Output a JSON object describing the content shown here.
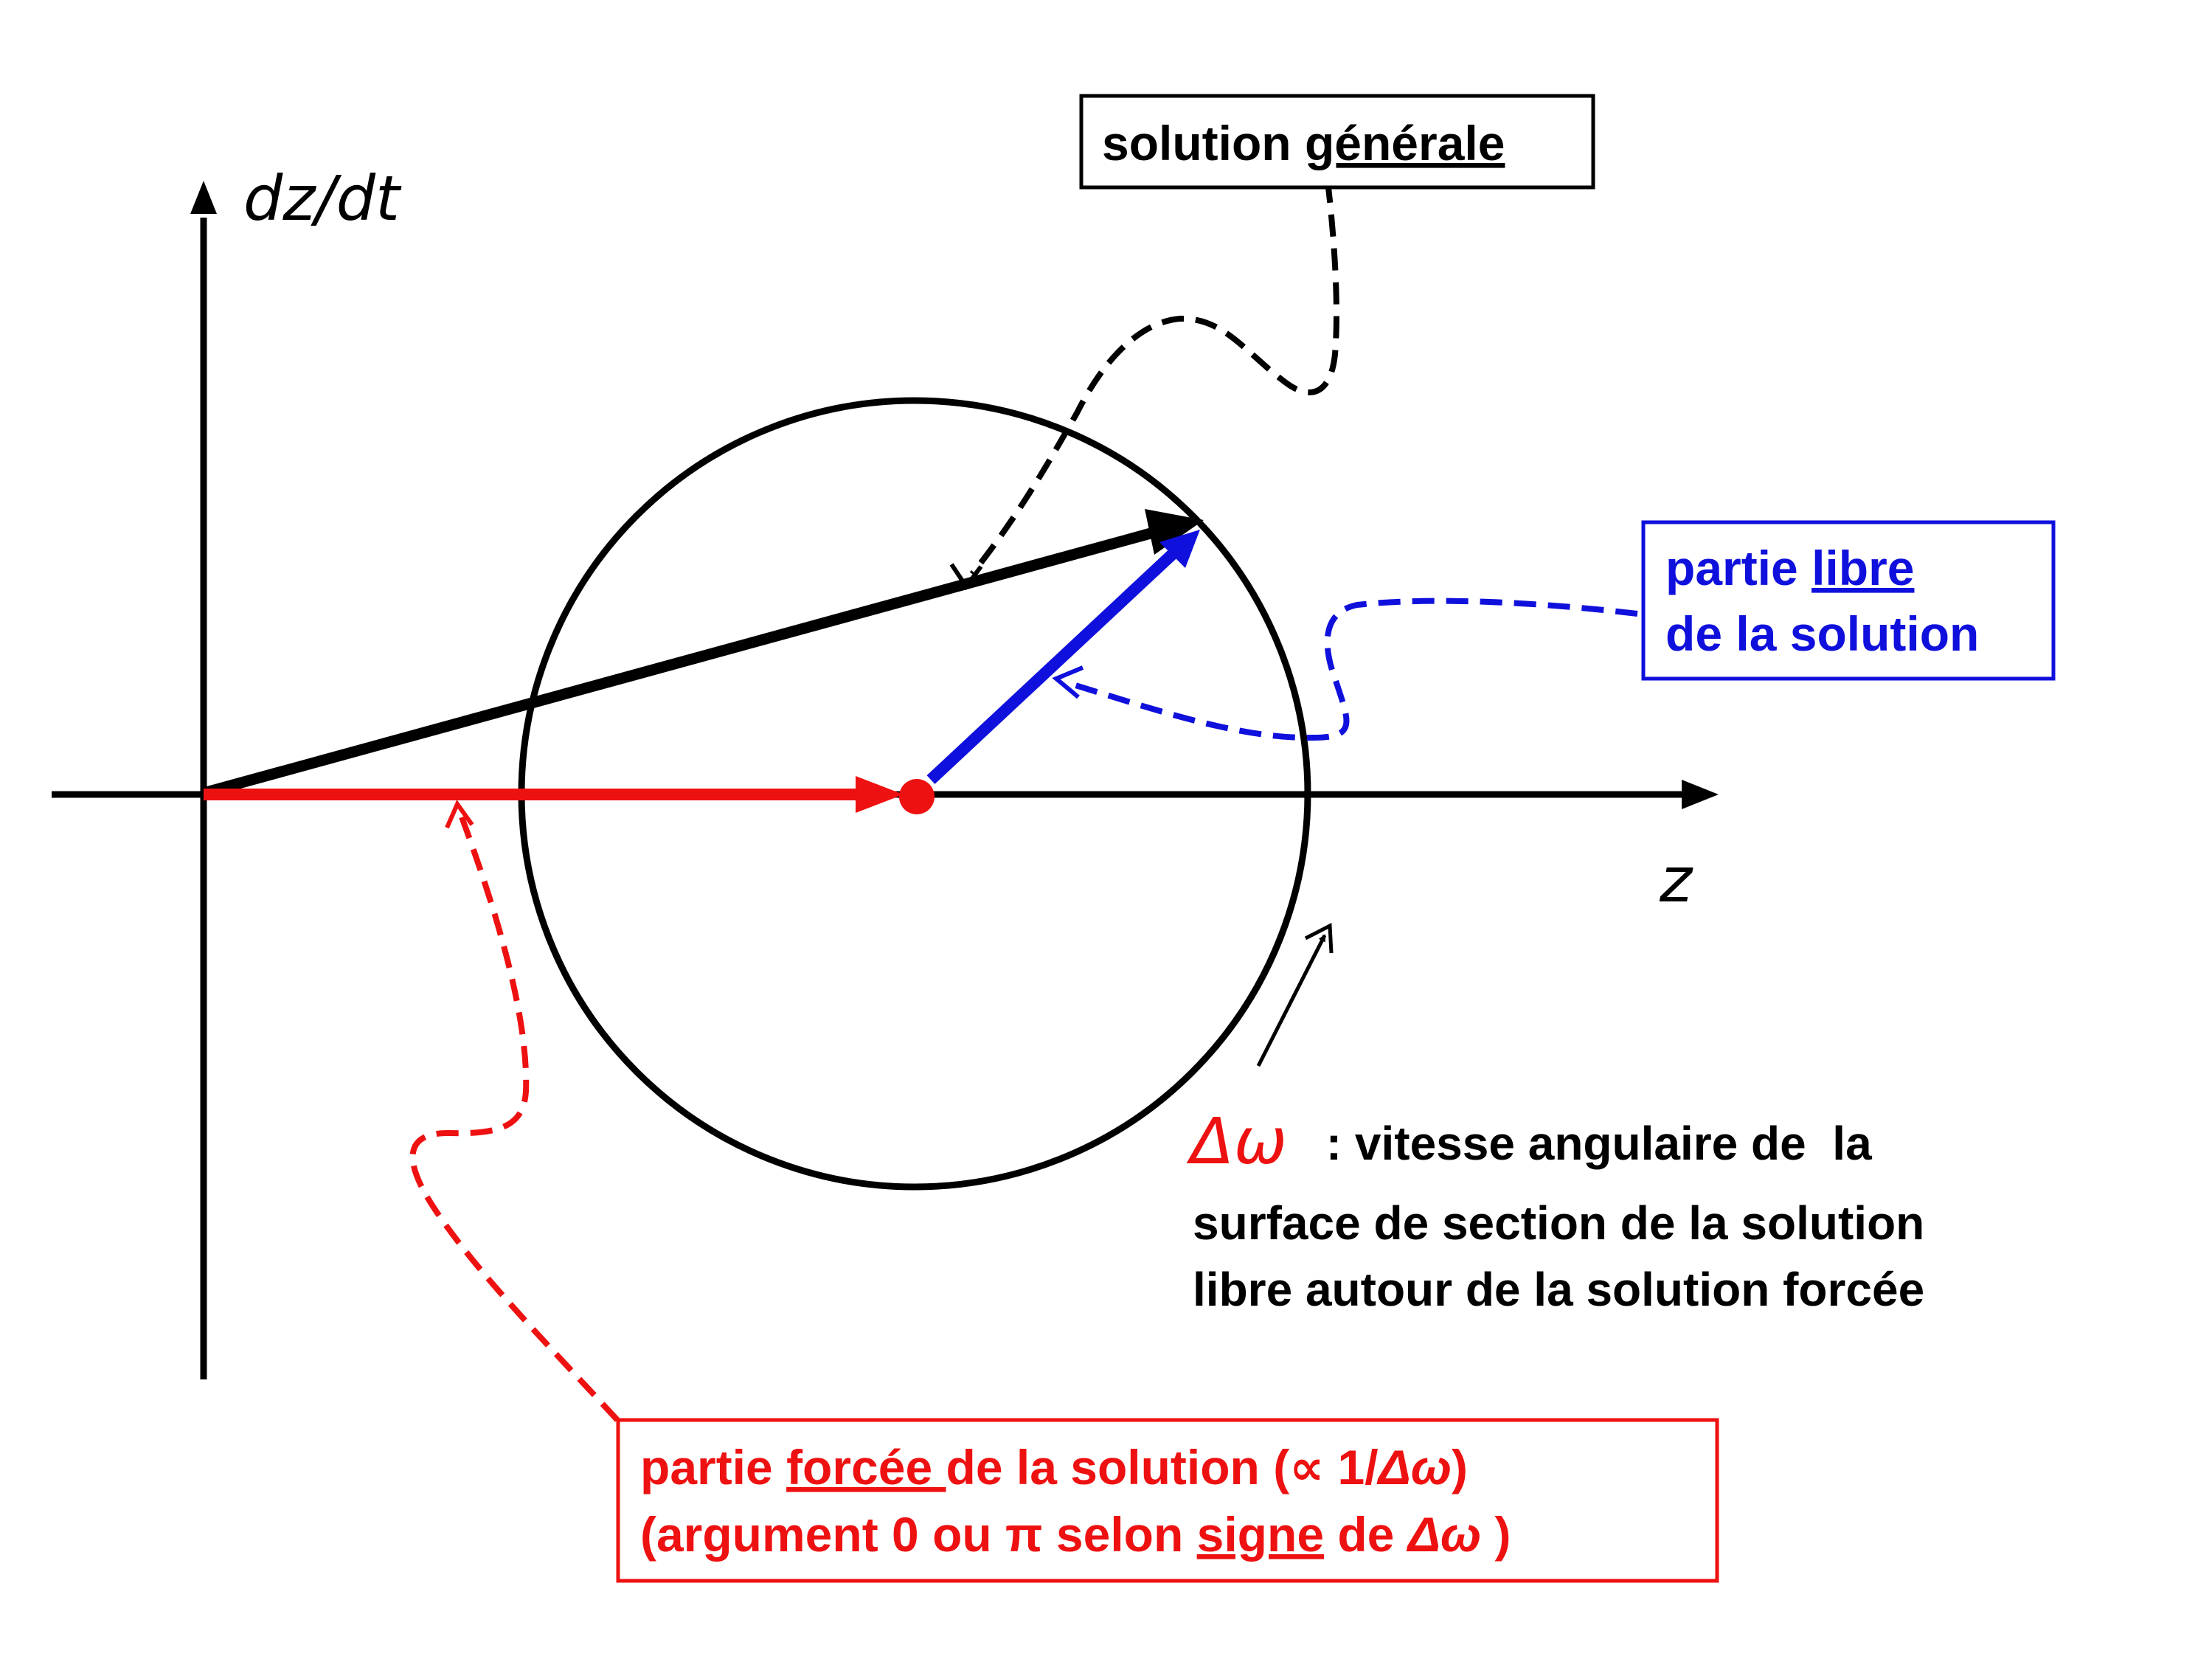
{
  "axes": {
    "y_label": "dz/dt",
    "x_label": "z"
  },
  "boxes": {
    "general": {
      "prefix": "solution ",
      "underlined": "générale"
    },
    "free": {
      "line1_prefix": "partie ",
      "line1_underlined": "libre",
      "line2": "de la solution"
    },
    "forced": {
      "line1_prefix": "partie ",
      "line1_underlined": "forcée ",
      "line1_mid": "de la solution (",
      "line1_propto": "∝",
      "line1_after": " 1/",
      "line1_delta": "Δω",
      "line1_end": ")",
      "line2_prefix": "(argument 0 ou ",
      "line2_pi": "π",
      "line2_mid": " selon ",
      "line2_underlined": "signe",
      "line2_after": " de ",
      "line2_delta": "Δω",
      "line2_end": " )"
    }
  },
  "annotation": {
    "symbol": "Δω",
    "line1": " : vitesse angulaire de  la",
    "line2": "surface de section de la solution",
    "line3": "libre autour de la solution forcée"
  },
  "colors": {
    "black": "#000000",
    "red": "#ee1111",
    "blue": "#1010dd"
  }
}
